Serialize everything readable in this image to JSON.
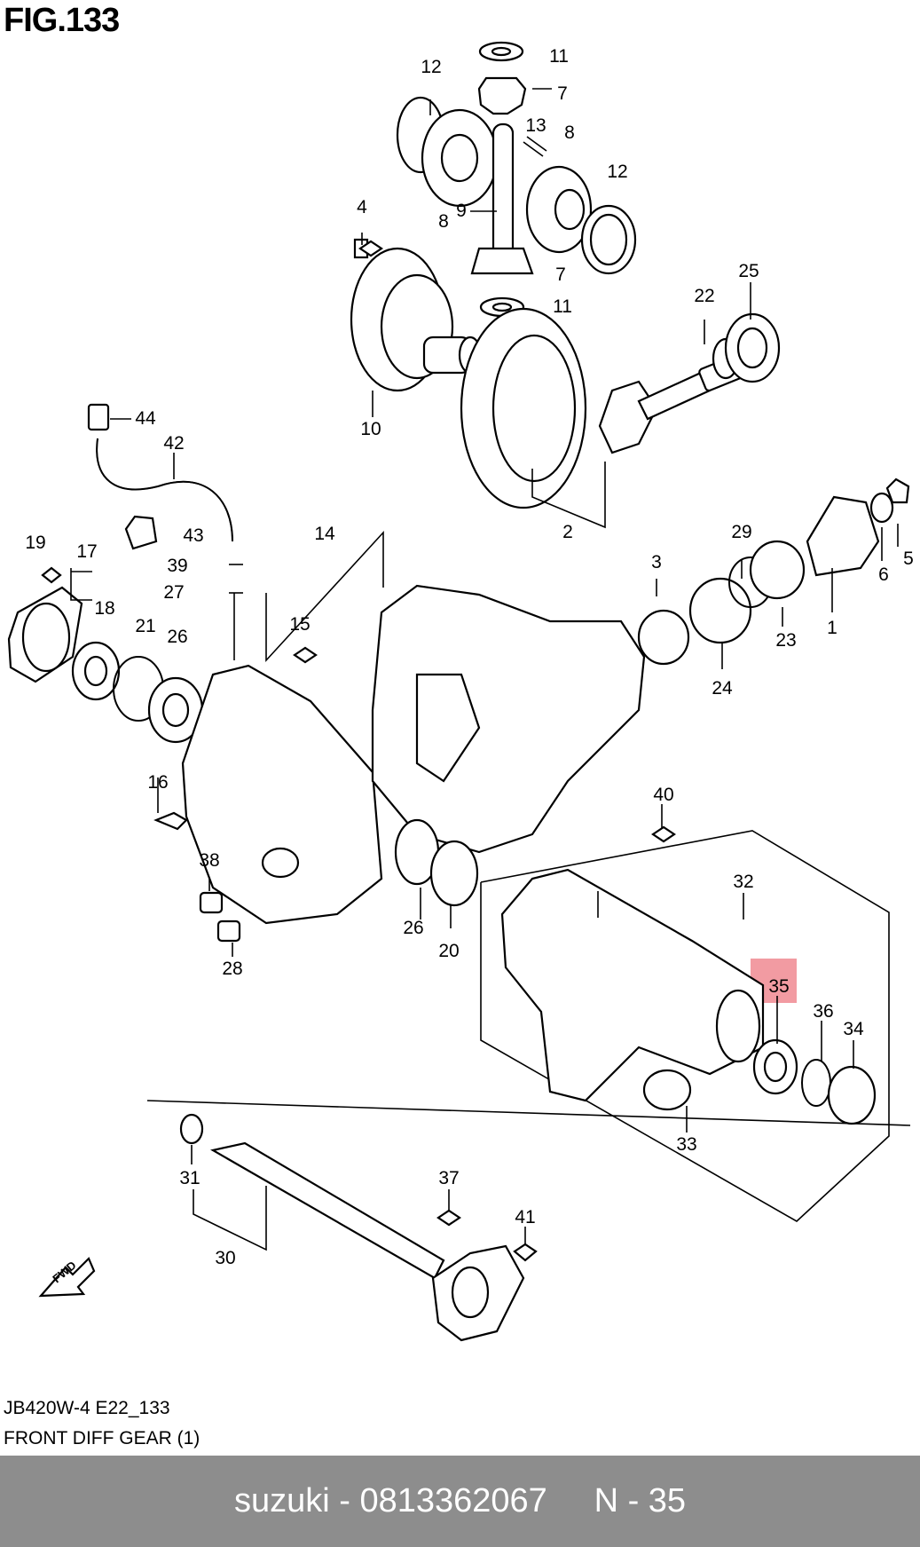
{
  "figure": {
    "title": "FIG.133",
    "code": "JB420W-4 E22_133",
    "description": "FRONT DIFF GEAR (1)",
    "highlight_color": "#f08a92",
    "fwd_label": "FWD"
  },
  "callouts": [
    "11",
    "7",
    "12",
    "13",
    "8",
    "12",
    "9",
    "8",
    "4",
    "7",
    "11",
    "25",
    "22",
    "10",
    "44",
    "42",
    "2",
    "19",
    "17",
    "43",
    "39",
    "27",
    "14",
    "3",
    "29",
    "6",
    "5",
    "18",
    "15",
    "21",
    "26",
    "23",
    "1",
    "24",
    "16",
    "40",
    "38",
    "32",
    "35",
    "26",
    "20",
    "36",
    "34",
    "28",
    "33",
    "31",
    "37",
    "41",
    "30"
  ],
  "footer": {
    "brand": "suzuki",
    "part_number": "0813362067",
    "position": "N - 35"
  }
}
